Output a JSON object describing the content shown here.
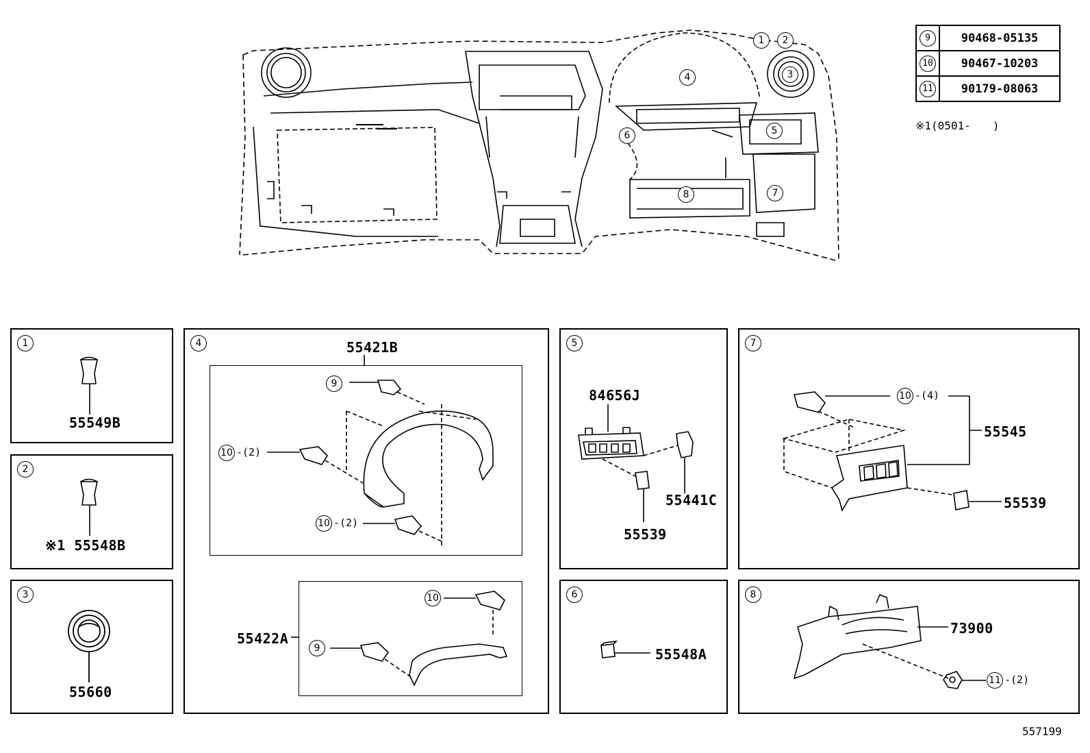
{
  "ref_table": [
    {
      "callout": "9",
      "part": "90468-05135"
    },
    {
      "callout": "10",
      "part": "90467-10203"
    },
    {
      "callout": "11",
      "part": "90179-08063"
    }
  ],
  "footnote": "※1(0501-　　)",
  "overview_callouts": [
    "1",
    "2",
    "3",
    "4",
    "5",
    "6",
    "7",
    "8"
  ],
  "panels": {
    "p1": {
      "callout": "1",
      "part": "55549B"
    },
    "p2": {
      "callout": "2",
      "part": "※1 55548B"
    },
    "p3": {
      "callout": "3",
      "part": "55660"
    },
    "p4": {
      "callout": "4",
      "upper_part": "55421B",
      "lower_part": "55422A",
      "c9a": "9",
      "c10a": "10",
      "q10a": "-(2)",
      "c10b": "10",
      "q10b": "-(2)",
      "c10c": "10",
      "c9b": "9"
    },
    "p5": {
      "callout": "5",
      "part_a": "84656J",
      "part_b": "55441C",
      "part_c": "55539"
    },
    "p6": {
      "callout": "6",
      "part": "55548A"
    },
    "p7": {
      "callout": "7",
      "c10": "10",
      "q10": "-(4)",
      "part_a": "55545",
      "part_b": "55539"
    },
    "p8": {
      "callout": "8",
      "part": "73900",
      "c11": "11",
      "q11": "-(2)"
    }
  },
  "diagram_id": "557199"
}
